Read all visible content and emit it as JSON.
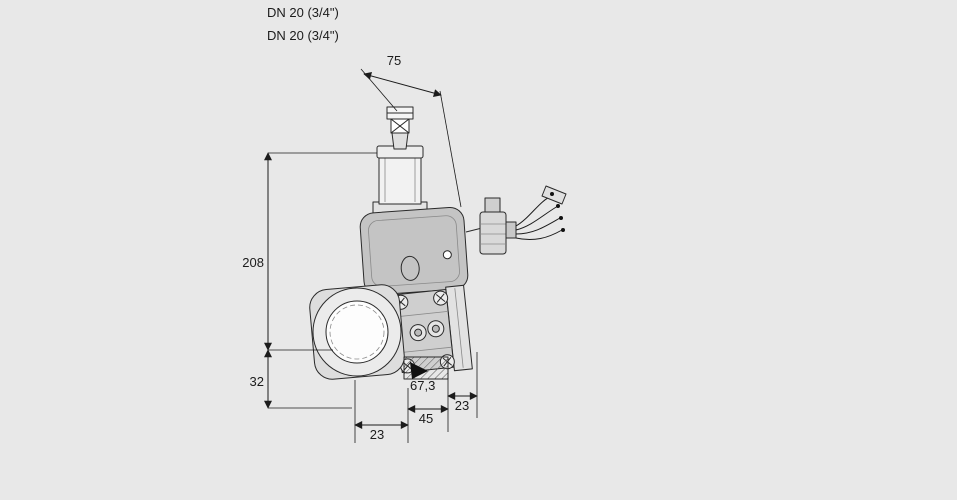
{
  "page": {
    "background": "#e8e8e8",
    "line_color": "#1c1c1c",
    "description": "Dimensional technical drawing of a gas solenoid valve"
  },
  "labels": {
    "dn_line1": "DN 20 (3/4\")",
    "dn_line2": "DN 20 (3/4\")"
  },
  "dimensions": {
    "top_width": "75",
    "overall_height": "208",
    "port_offset": "32",
    "body_depth": "67,3",
    "bottom_left": "23",
    "bottom_center": "45",
    "bottom_right": "23"
  }
}
